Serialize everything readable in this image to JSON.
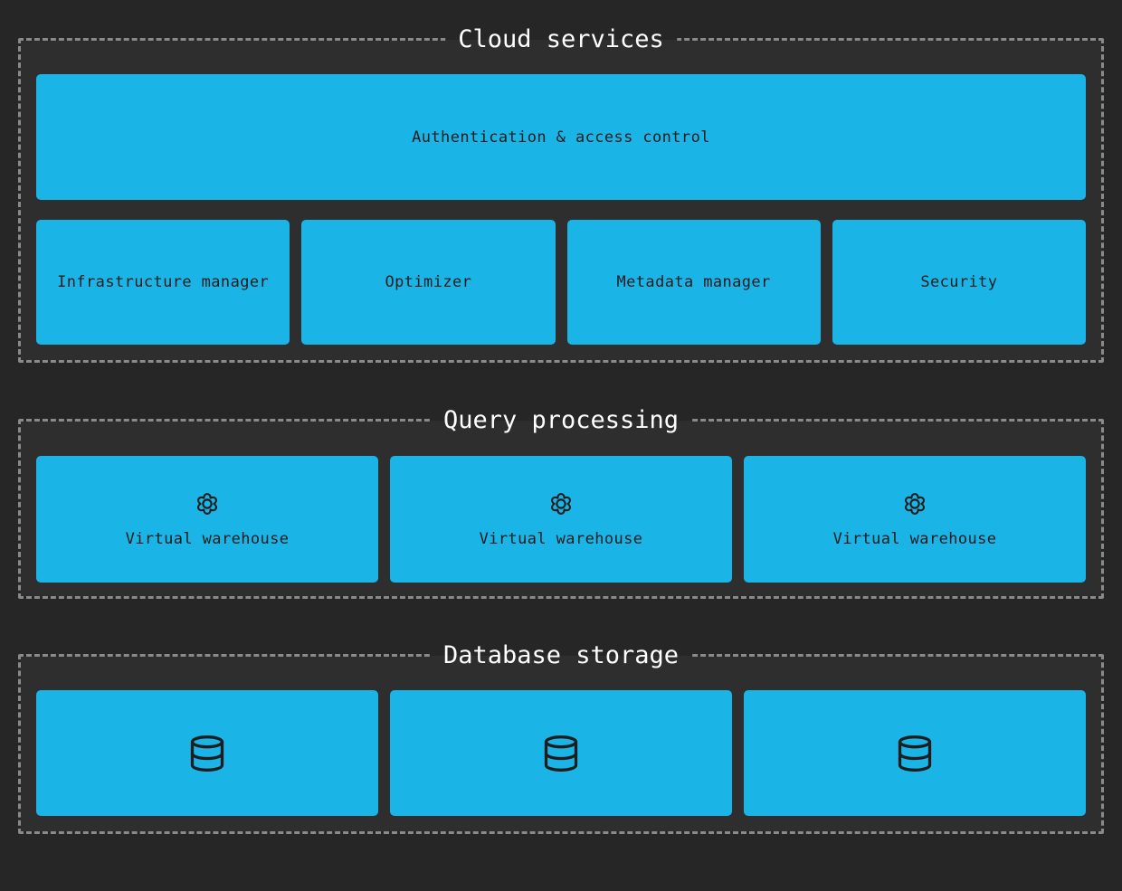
{
  "colors": {
    "background": "#262626",
    "panel_background": "#2e2e2e",
    "accent_cyan": "#1bb4e7",
    "dashed_border": "#8a8a8a",
    "title_text": "#ffffff",
    "box_text": "#1d1d1d"
  },
  "sections": {
    "cloud_services": {
      "title": "Cloud services",
      "wide_box": {
        "label": "Authentication & access control"
      },
      "boxes": [
        {
          "label": "Infrastructure manager"
        },
        {
          "label": "Optimizer"
        },
        {
          "label": "Metadata manager"
        },
        {
          "label": "Security"
        }
      ]
    },
    "query_processing": {
      "title": "Query processing",
      "boxes": [
        {
          "label": "Virtual warehouse",
          "icon": "gear-icon"
        },
        {
          "label": "Virtual warehouse",
          "icon": "gear-icon"
        },
        {
          "label": "Virtual warehouse",
          "icon": "gear-icon"
        }
      ]
    },
    "database_storage": {
      "title": "Database storage",
      "boxes": [
        {
          "icon": "database-icon"
        },
        {
          "icon": "database-icon"
        },
        {
          "icon": "database-icon"
        }
      ]
    }
  }
}
